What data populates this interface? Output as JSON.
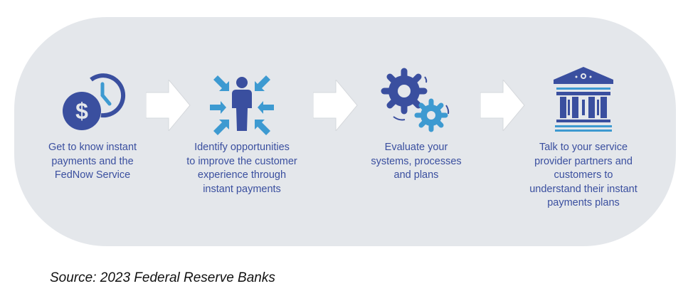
{
  "steps": [
    {
      "label": "Get to know instant\npayments and the\nFedNow Service",
      "icon": "dollar-clock-icon"
    },
    {
      "label": "Identify opportunities\nto improve the customer\nexperience through\ninstant payments",
      "icon": "person-focus-icon"
    },
    {
      "label": "Evaluate your\nsystems, processes\nand plans",
      "icon": "gears-icon"
    },
    {
      "label": "Talk to your service\nprovider partners and\ncustomers to\nunderstand their instant\npayments plans",
      "icon": "bank-building-icon"
    }
  ],
  "source": "Source: 2023 Federal Reserve Banks",
  "colors": {
    "dark_blue": "#3a4f9f",
    "light_blue": "#3d9ad1",
    "panel": "#e4e7eb"
  }
}
